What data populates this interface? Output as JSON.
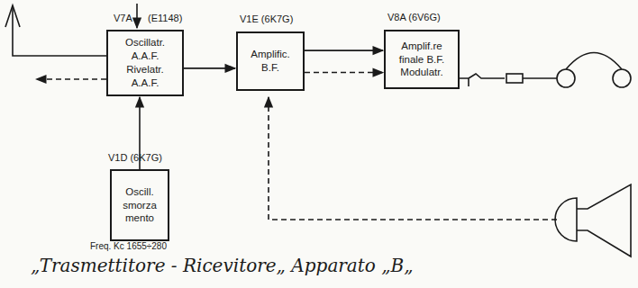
{
  "diagram": {
    "caption": "„Trasmettitore - Ricevitore„ Apparato „B„",
    "nodes": [
      {
        "text": [
          "V7A",
          "(E1148)",
          "Oscillatr. A.A.F. Rivelatr. A.A.F."
        ]
      },
      {
        "text": [
          "V1E (6K7G)",
          "Amplific. B.F."
        ]
      },
      {
        "text": [
          "V8A (6V6G)",
          "Amplif.re finale B.F. Modulatr."
        ]
      },
      {
        "text": [
          "V1D (6K7G)",
          "Oscill. smorza mento"
        ]
      }
    ],
    "edges": [
      {
        "from": 0,
        "to": 1,
        "arrow": "to"
      },
      {
        "from": 1,
        "to": 2,
        "arrow": "to"
      },
      {
        "from": 1,
        "to": 2,
        "arrow": "to"
      },
      {
        "from": 3,
        "to": 0,
        "arrow": "to"
      }
    ],
    "labels": [
      "Freq. Kc 1655÷280"
    ]
  }
}
